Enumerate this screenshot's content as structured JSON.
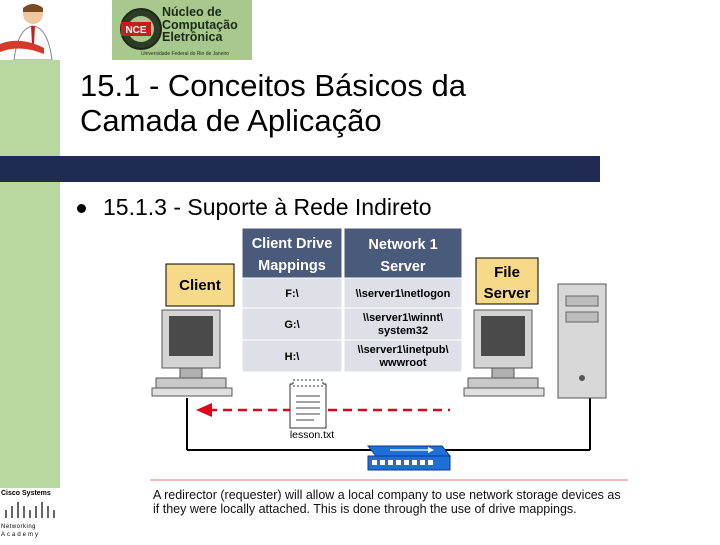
{
  "header": {
    "logo_line1": "Núcleo de",
    "logo_line2": "Computação",
    "logo_line3": "Eletrônica",
    "logo_sub": "Universidade Federal do Rio de Janeiro",
    "logo_mark": "NCE"
  },
  "slide": {
    "title_line1": "15.1 - Conceitos Básicos da",
    "title_line2": "Camada de Aplicação",
    "bullet": "15.1.3 - Suporte à Rede Indireto"
  },
  "diagram": {
    "table": {
      "col1_header_line1": "Client Drive",
      "col1_header_line2": "Mappings",
      "col2_header_line1": "Network 1",
      "col2_header_line2": "Server",
      "rows": [
        {
          "drive": "F:\\",
          "path_line1": "\\\\server1\\netlogon",
          "path_line2": ""
        },
        {
          "drive": "G:\\",
          "path_line1": "\\\\server1\\winnt\\",
          "path_line2": "system32"
        },
        {
          "drive": "H:\\",
          "path_line1": "\\\\server1\\inetpub\\",
          "path_line2": "wwwroot"
        }
      ]
    },
    "client_label": "Client",
    "server_label_line1": "File",
    "server_label_line2": "Server",
    "file_name": "lesson.txt",
    "caption": "A redirector (requester) will allow a local company to use network storage devices as if they were locally attached. This is done through the use of drive mappings.",
    "colors": {
      "label_box": "#f7d98a",
      "table_header": "#4a5a7a",
      "table_cell": "#dde0e6",
      "arrow": "#e0001b",
      "hub": "#1e6fd6",
      "caption_rule": "#f2a0a0"
    }
  },
  "footer": {
    "cisco_name": "Cisco Systems",
    "cisco_net": "Networking",
    "cisco_acad": "Academy"
  }
}
